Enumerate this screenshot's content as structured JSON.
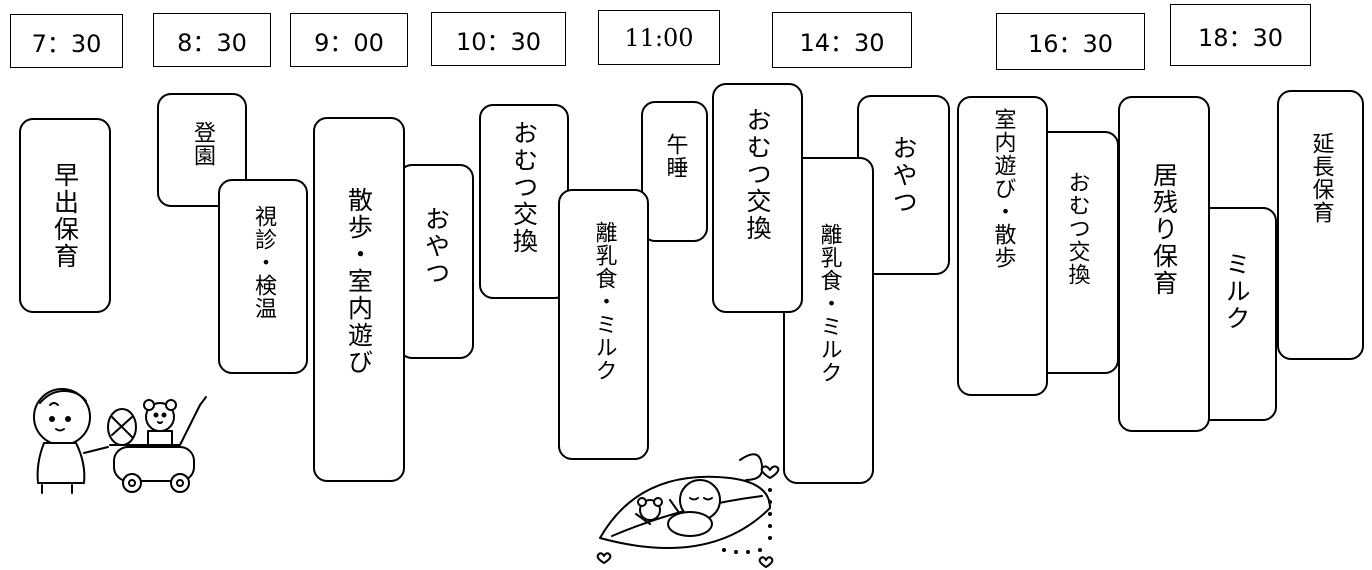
{
  "times": [
    "7：30",
    "8：30",
    "9：00",
    "10：30",
    "11:00",
    "14：30",
    "16：30",
    "18：30"
  ],
  "activities": {
    "hayade": "早出保育",
    "toen": "登園",
    "shishin": "視診・検温",
    "sanpo": "散歩・室内遊び",
    "oyatsu1": "おやつ",
    "omutsu1": "おむつ交換",
    "rinyu1": "離乳食・ミルク",
    "gosui": "午睡",
    "omutsu2": "おむつ交換",
    "rinyu2": "離乳食・ミルク",
    "oyatsu2": "おやつ",
    "shitsunai": "室内遊び・散歩",
    "omutsu3": "おむつ交換",
    "inokori": "居残り保育",
    "milk": "ミルク",
    "encho": "延長保育"
  }
}
